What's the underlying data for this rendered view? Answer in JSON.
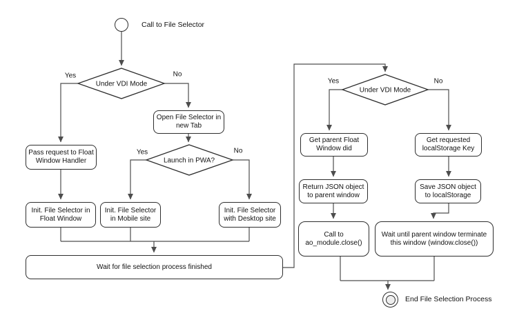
{
  "canvas": {
    "background": "#ffffff",
    "colors": {
      "edge": "#4d4d4d",
      "node_border": "#2d2d2d",
      "node_fill": "#ffffff",
      "end_inner_fill": "#ededed",
      "text": "#111111"
    }
  },
  "flowchart": {
    "start": {
      "label": "Call to File Selector"
    },
    "end": {
      "label": "End File Selection Process"
    },
    "decisions": {
      "vdi_left": {
        "label": "Under VDI Mode",
        "yes_label": "Yes",
        "no_label": "No"
      },
      "pwa": {
        "label": "Launch in PWA?",
        "yes_label": "Yes",
        "no_label": "No"
      },
      "vdi_right": {
        "label": "Under VDI Mode",
        "yes_label": "Yes",
        "no_label": "No"
      }
    },
    "processes": {
      "pass_request": "Pass request to Float Window Handler",
      "open_tab": "Open File Selector in new Tab",
      "init_float": "Init. File Selector in Float Window",
      "init_mobile": "Init. File Selector in Mobile site",
      "init_desktop": "Init. File Selector with Desktop site",
      "wait_selection": "Wait for file selection process finished",
      "get_parent_float": "Get parent Float Window did",
      "get_localstorage_key": "Get requested localStorage Key",
      "return_json": "Return JSON object to parent window",
      "save_json": "Save JSON object to localStorage",
      "call_close": "Call to ao_module.close()",
      "wait_terminate": "Wait until parent window terminate this window (window.close())"
    }
  }
}
